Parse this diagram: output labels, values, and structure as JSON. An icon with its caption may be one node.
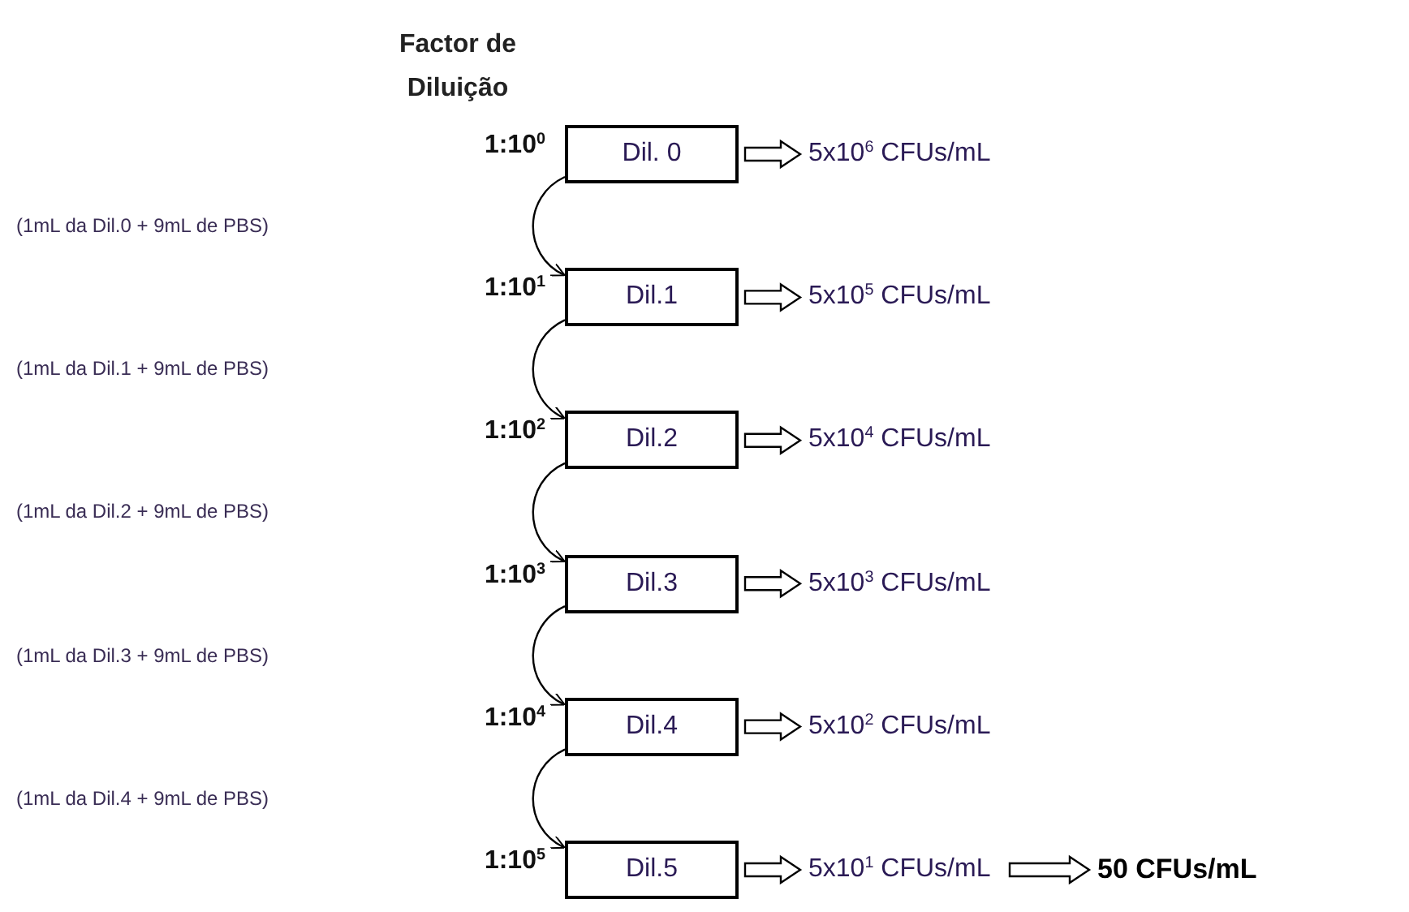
{
  "diagram": {
    "nodes": [
      {
        "text": [
          "Dil. 0"
        ]
      },
      {
        "text": [
          "5x10$^{6}$ CFUs/mL"
        ]
      },
      {
        "text": [
          "Dil.1"
        ]
      },
      {
        "text": [
          "5x10$^{5}$ CFUs/mL"
        ]
      },
      {
        "text": [
          "Dil.2"
        ]
      },
      {
        "text": [
          "5x10$^{4}$ CFUs/mL"
        ]
      },
      {
        "text": [
          "Dil.3"
        ]
      },
      {
        "text": [
          "5x10$^{3}$ CFUs/mL"
        ]
      },
      {
        "text": [
          "Dil.4"
        ]
      },
      {
        "text": [
          "5x10$^{2}$ CFUs/mL"
        ]
      },
      {
        "text": [
          "Dil.5"
        ]
      },
      {
        "text": [
          "5x10$^{1}$ CFUs/mL"
        ]
      },
      {
        "text": [
          "50 CFUs/mL"
        ]
      }
    ],
    "edges": [
      {
        "from": 0,
        "to": 1,
        "arrow": "to"
      },
      {
        "from": 0,
        "to": 2,
        "arrow": "to"
      },
      {
        "from": 2,
        "to": 3,
        "arrow": "to"
      },
      {
        "from": 2,
        "to": 4,
        "arrow": "to"
      },
      {
        "from": 4,
        "to": 5,
        "arrow": "to"
      },
      {
        "from": 4,
        "to": 6,
        "arrow": "to"
      },
      {
        "from": 6,
        "to": 7,
        "arrow": "to"
      },
      {
        "from": 6,
        "to": 8,
        "arrow": "to"
      },
      {
        "from": 8,
        "to": 9,
        "arrow": "to"
      },
      {
        "from": 8,
        "to": 10,
        "arrow": "to"
      },
      {
        "from": 10,
        "to": 11,
        "arrow": "to"
      },
      {
        "from": 11,
        "to": 12,
        "arrow": "to"
      }
    ],
    "labels": [
      "Factor de Diluição",
      "1:10$^{0}$",
      "(1mL da Dil.0 + 9mL de PBS)",
      "1:10$^{1}$",
      "(1mL da Dil.1 + 9mL de PBS)",
      "1:10$^{2}$",
      "(1mL da Dil.2 + 9mL de PBS)",
      "1:10$^{3}$",
      "(1mL da Dil.3 + 9mL de PBS)",
      "1:10$^{4}$",
      "(1mL da Dil.4 + 9mL de PBS)",
      "1:10$^{5}$"
    ]
  }
}
